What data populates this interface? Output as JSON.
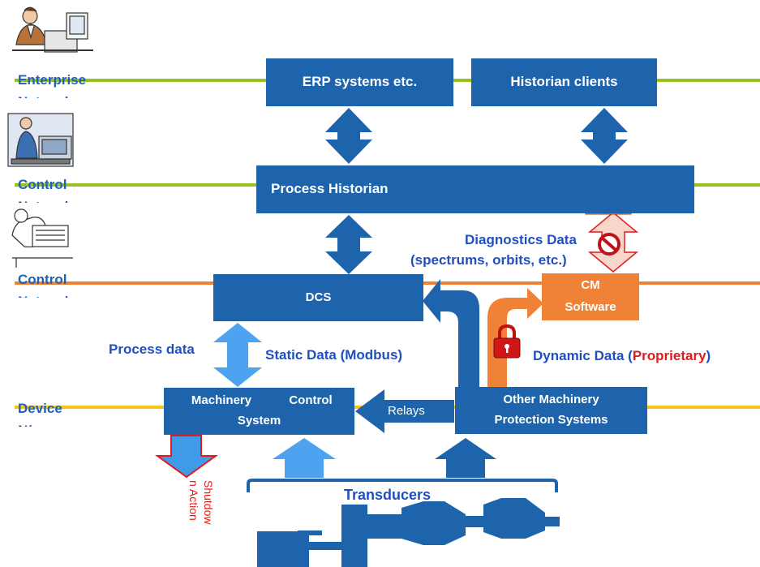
{
  "networks": {
    "enterprise": "Enterprise Network",
    "control1": "Control Network",
    "control2": "Control Network",
    "device": "Device N/w"
  },
  "boxes": {
    "erp": "ERP systems etc.",
    "historian_clients": "Historian clients",
    "process_historian": "Process Historian",
    "dcs": "DCS",
    "cm_software_line1": "CM",
    "cm_software_line2": "Software",
    "machinery_line1a": "Machinery",
    "machinery_line1b": "Control",
    "machinery_line2": "System",
    "other_line1": "Other Machinery",
    "other_line2": "Protection Systems"
  },
  "labels": {
    "diagnostics_line1": "Diagnostics Data",
    "diagnostics_line2": "(spectrums, orbits, etc.)",
    "process_data": "Process data",
    "static_data": "Static Data (Modbus)",
    "dynamic_data": "Dynamic Data  (",
    "proprietary": "Proprietary",
    "dynamic_close": ")",
    "relays": "Relays",
    "transducers": "Transducers",
    "shutdown_line1": "Shutdow",
    "shutdown_line2": "n Action"
  },
  "colors": {
    "box_blue": "#1e64ac",
    "arrow_blue": "#1e64ac",
    "light_arrow": "#4da3ef",
    "orange": "#ef8236",
    "green_line": "#96c11f",
    "yellow_line": "#f5c518",
    "red": "#e11b1b"
  }
}
